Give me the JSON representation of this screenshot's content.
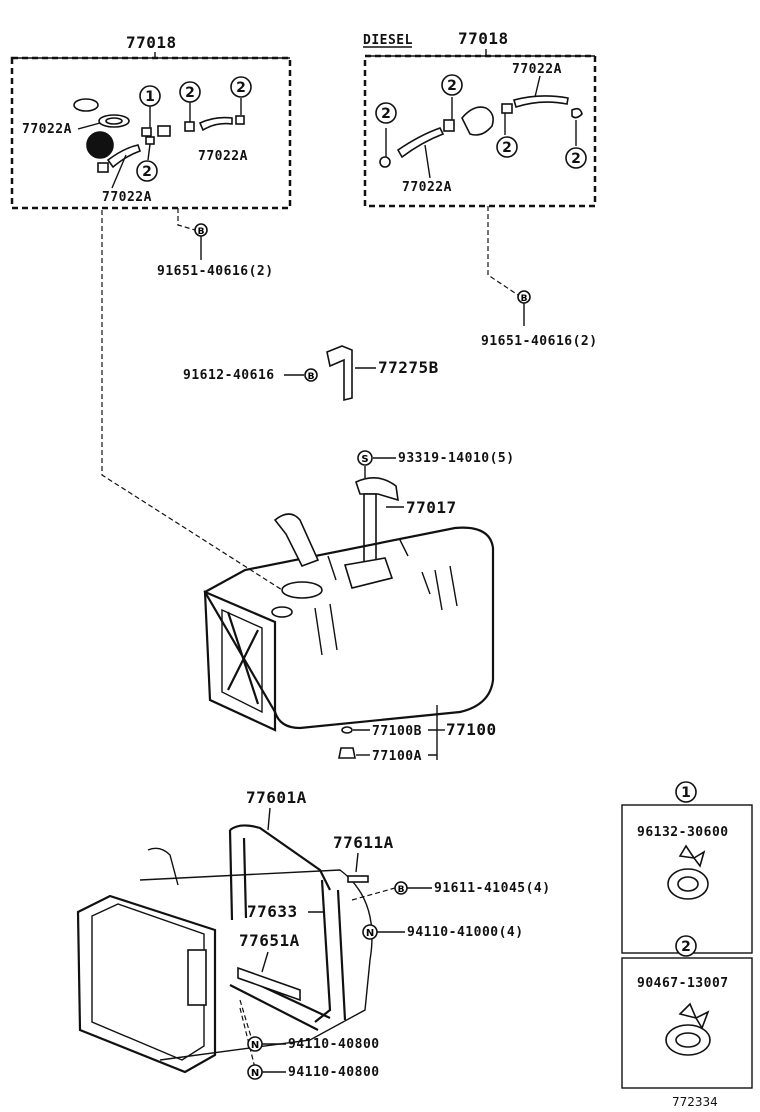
{
  "groups": {
    "left_assembly": {
      "number": "77018",
      "parts": {
        "a1": "77022A",
        "a2": "77022A",
        "a3": "77022A"
      },
      "bolt": "91651-40616(2)"
    },
    "diesel_assembly": {
      "tag": "DIESEL",
      "number": "77018",
      "parts": {
        "top": "77022A",
        "bottom": "77022A"
      },
      "bolt": "91651-40616(2)"
    }
  },
  "symbols": {
    "circle_1": "1",
    "circle_2": "2",
    "bolt_marker": "B",
    "screw_marker": "S",
    "nut_marker": "N"
  },
  "labels": {
    "bracket_bolt": "91612-40616",
    "bracket": "77275B",
    "gauge_screw": "93319-14010(5)",
    "gauge": "77017",
    "tank": "77100",
    "tank_sub_b": "77100B",
    "tank_sub_a": "77100A",
    "band": "77601A",
    "band_bolt": "77611A",
    "band_bolt_b": "91611-41045(4)",
    "strap_777633": "77633",
    "nut_94110_41000": "94110-41000(4)",
    "strap_77651A": "77651A",
    "nut_a": "94110-40800",
    "nut_b": "94110-40800"
  },
  "clamp_boxes": {
    "box1": {
      "circle": "1",
      "part": "96132-30600"
    },
    "box2": {
      "circle": "2",
      "part": "90467-13007"
    }
  },
  "figure_id": "772334"
}
